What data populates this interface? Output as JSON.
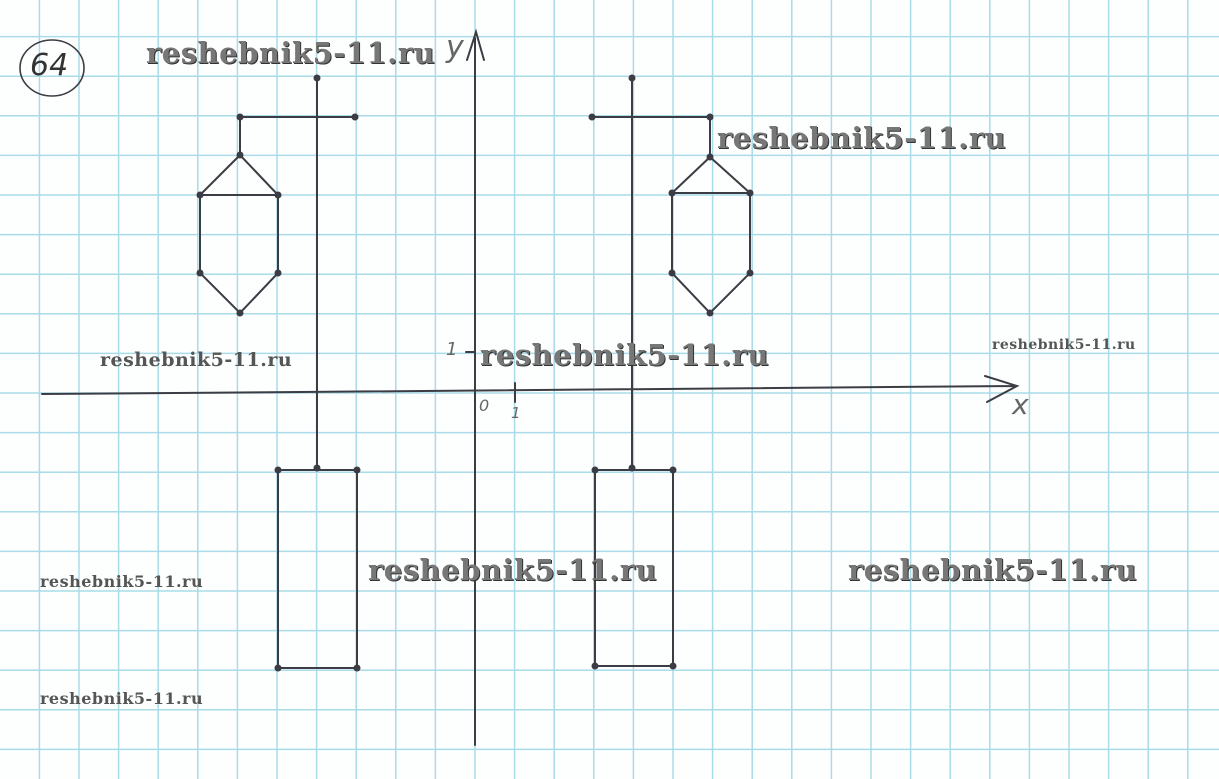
{
  "problem_number": "64",
  "axes": {
    "x_label": "x",
    "y_label": "y",
    "origin_label": "0",
    "x_unit_label": "1",
    "y_unit_label": "1"
  },
  "watermarks": [
    "reshebnik5-11.ru",
    "reshebnik5-11.ru",
    "reshebnik5-11.ru",
    "reshebnik5-11.ru",
    "reshebnik5-11.ru",
    "reshebnik5-11.ru",
    "reshebnik5-11.ru",
    "reshebnik5-11.ru"
  ],
  "colors": {
    "grid": "#a9dbe8",
    "pen": "#3c3c44",
    "paper": "#fdfefe"
  }
}
